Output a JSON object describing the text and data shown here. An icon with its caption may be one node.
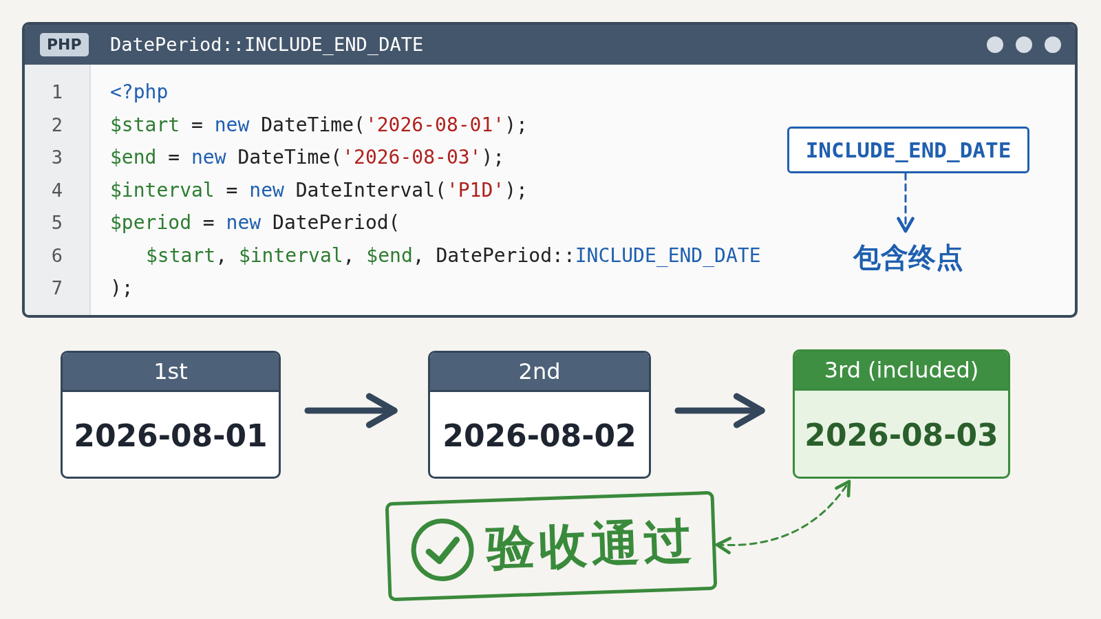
{
  "diagram": {
    "nodes": [
      {
        "text": [
          "PHP",
          "DatePeriod::INCLUDE_END_DATE"
        ]
      },
      {
        "text": [
          "INCLUDE_END_DATE"
        ],
        "in": 0
      },
      {
        "text": [
          "包含终点"
        ],
        "in": 0
      },
      {
        "text": [
          "1st",
          "2026-08-01"
        ]
      },
      {
        "text": [
          "2nd",
          "2026-08-02"
        ]
      },
      {
        "text": [
          "3rd (included)",
          "2026-08-03"
        ]
      },
      {
        "text": [
          "验收通过"
        ]
      }
    ],
    "edges": [
      {
        "from": 1,
        "to": 2,
        "arrow": "to",
        "style": "dashed",
        "color": "#1f5fb0"
      },
      {
        "from": 3,
        "to": 4,
        "arrow": "to",
        "style": "thick"
      },
      {
        "from": 4,
        "to": 5,
        "arrow": "to",
        "style": "thick"
      },
      {
        "from": 6,
        "to": 5,
        "arrow": "both",
        "style": "dashed",
        "color": "#3a8a3c"
      }
    ],
    "labels": [
      "1",
      "<?php",
      "2",
      "$start = new DateTime('2026-08-01');",
      "3",
      "$end = new DateTime('2026-08-03');",
      "4",
      "$interval = new DateInterval('P1D');",
      "5",
      "$period = new DatePeriod(",
      "6",
      "$start, $interval, $end, DatePeriod::INCLUDE_END_DATE",
      "7",
      ");"
    ]
  }
}
